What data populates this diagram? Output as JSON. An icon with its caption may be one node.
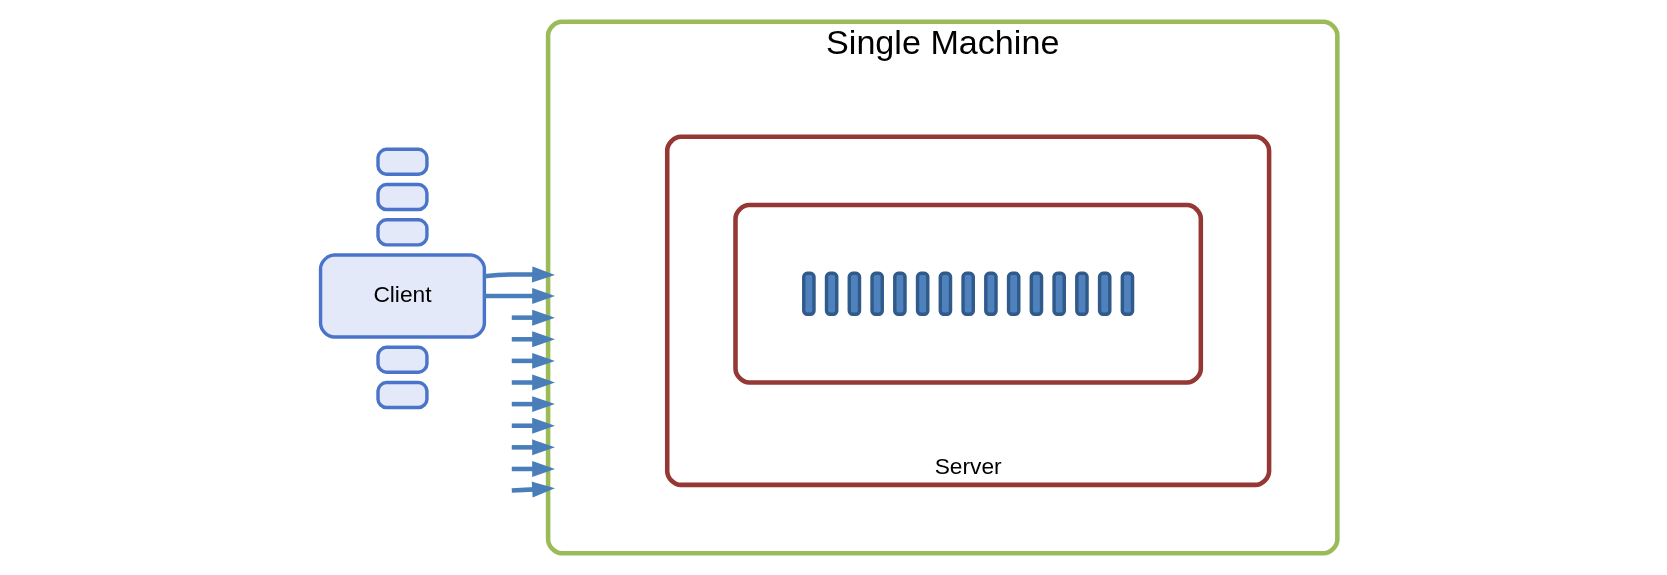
{
  "diagram": {
    "nodes": [
      {
        "text": [
          "Single Machine"
        ]
      },
      {
        "text": [
          "Server"
        ],
        "in": 0
      },
      {
        "text": [],
        "shape": "box",
        "in": 1
      },
      {
        "text": [],
        "shape": "bar",
        "in": 2
      },
      {
        "text": [],
        "shape": "bar",
        "in": 2
      },
      {
        "text": [],
        "shape": "bar",
        "in": 2
      },
      {
        "text": [],
        "shape": "bar",
        "in": 2
      },
      {
        "text": [],
        "shape": "bar",
        "in": 2
      },
      {
        "text": [],
        "shape": "bar",
        "in": 2
      },
      {
        "text": [],
        "shape": "bar",
        "in": 2
      },
      {
        "text": [],
        "shape": "bar",
        "in": 2
      },
      {
        "text": [],
        "shape": "bar",
        "in": 2
      },
      {
        "text": [],
        "shape": "bar",
        "in": 2
      },
      {
        "text": [],
        "shape": "bar",
        "in": 2
      },
      {
        "text": [],
        "shape": "bar",
        "in": 2
      },
      {
        "text": [],
        "shape": "bar",
        "in": 2
      },
      {
        "text": [],
        "shape": "bar",
        "in": 2
      },
      {
        "text": [],
        "shape": "bar",
        "in": 2
      },
      {
        "text": [],
        "shape": "box"
      },
      {
        "text": [],
        "shape": "box"
      },
      {
        "text": [],
        "shape": "box"
      },
      {
        "text": [
          "Client"
        ]
      },
      {
        "text": [],
        "shape": "box"
      },
      {
        "text": [],
        "shape": "box"
      }
    ],
    "edges": [
      {
        "from": null,
        "to": 0,
        "arrow": "to"
      },
      {
        "from": null,
        "to": 0,
        "arrow": "to"
      },
      {
        "from": null,
        "to": 0,
        "arrow": "to"
      },
      {
        "from": null,
        "to": 0,
        "arrow": "to"
      },
      {
        "from": null,
        "to": 0,
        "arrow": "to"
      },
      {
        "from": 21,
        "to": 0,
        "arrow": "to"
      },
      {
        "from": 21,
        "to": 0,
        "arrow": "to"
      },
      {
        "from": null,
        "to": 0,
        "arrow": "to"
      },
      {
        "from": null,
        "to": 0,
        "arrow": "to"
      },
      {
        "from": null,
        "to": 0,
        "arrow": "to"
      },
      {
        "from": null,
        "to": 0,
        "arrow": "to"
      }
    ]
  }
}
